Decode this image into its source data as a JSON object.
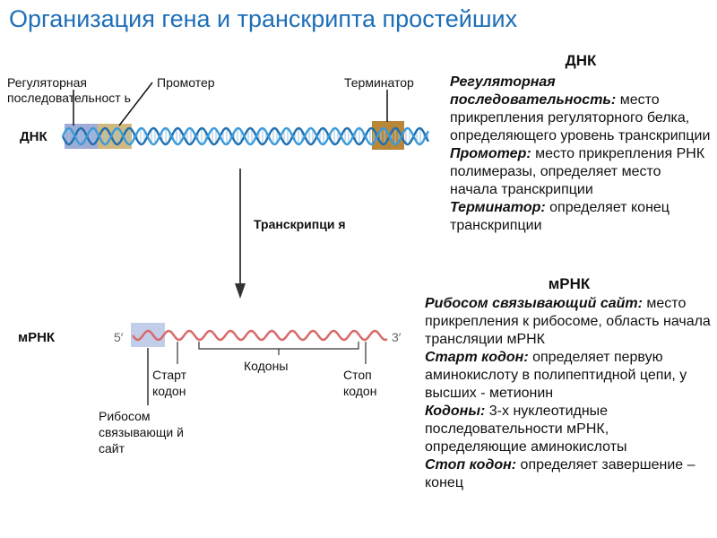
{
  "title": "Организация гена и транскрипта простейших",
  "dna": {
    "label": "ДНК",
    "regulatory_label": "Регуляторная последовательност ь",
    "promoter_label": "Промотер",
    "terminator_label": "Терминатор"
  },
  "transcription_label": "Транскрипци я",
  "mrna": {
    "label": "мРНК",
    "five_prime": "5′",
    "three_prime": "3′",
    "codons_label": "Кодоны",
    "start_codon_label": "Старт кодон",
    "stop_codon_label": "Стоп кодон",
    "rbs_label": "Рибосом связывающи й сайт"
  },
  "dna_panel": {
    "header": "ДНК",
    "items": [
      {
        "term": "Регуляторная последовательность:",
        "text": " место прикрепления регуляторного белка, определяющего уровень транскрипции"
      },
      {
        "term": "Промотер:",
        "text": " место прикрепления РНК полимеразы, определяет место начала транскрипции"
      },
      {
        "term": "Терминатор:",
        "text": " определяет конец транскрипции"
      }
    ]
  },
  "mrna_panel": {
    "header": "мРНК",
    "items": [
      {
        "term": "Рибосом связывающий сайт:",
        "text": " место прикрепления к рибосоме, область начала трансляции мРНК"
      },
      {
        "term": "Старт кодон:",
        "text": " определяет первую аминокислоту в полипептидной цепи, у высших - метионин"
      },
      {
        "term": "Кодоны:",
        "text": " 3-х нуклеотидные последовательности мРНК, определяющие аминокислоты"
      },
      {
        "term": "Стоп кодон:",
        "text": " определяет завершение – конец"
      }
    ]
  },
  "colors": {
    "title": "#1d6fb8",
    "regulatory": "#8e9fcf",
    "promoter": "#c7ad6a",
    "terminator": "#b07a22",
    "rbs": "#b7c4e6",
    "dna_strand": "#2f86c8",
    "mrna_strand": "#d86a6a"
  }
}
